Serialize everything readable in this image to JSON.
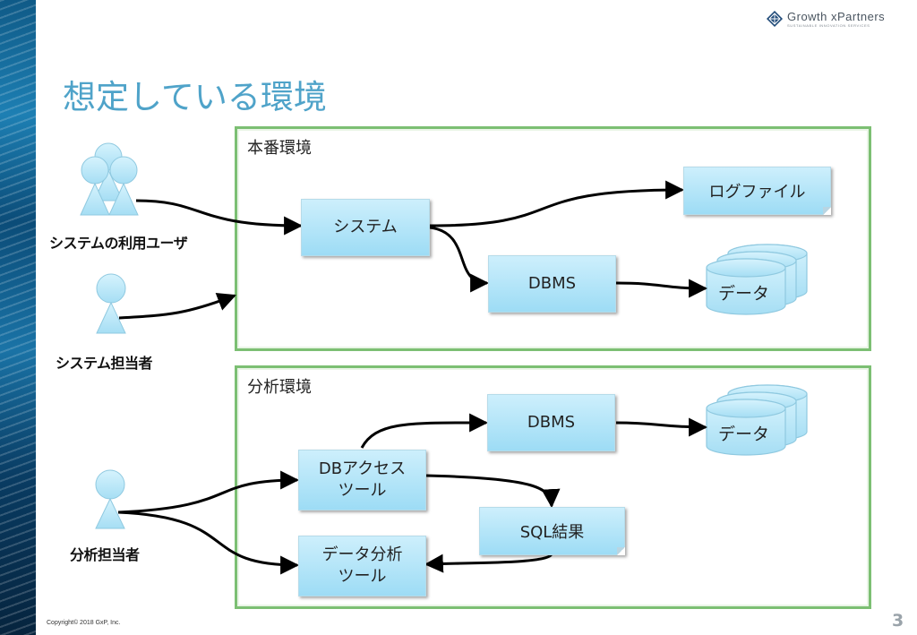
{
  "header": {
    "title": "想定している環境",
    "logo_text": "Growth xPartners",
    "logo_tagline": "SUSTAINABLE INNOVATION SERVICES"
  },
  "environments": {
    "production": {
      "label": "本番環境",
      "system": "システム",
      "logfile": "ログファイル",
      "dbms": "DBMS",
      "data": "データ"
    },
    "analysis": {
      "label": "分析環境",
      "dbms": "DBMS",
      "data": "データ",
      "db_access_tool": "DBアクセス\nツール",
      "sql_result": "SQL結果",
      "data_analysis_tool": "データ分析\nツール"
    }
  },
  "actors": {
    "system_users": "システムの利用ユーザ",
    "system_admin": "システム担当者",
    "analyst": "分析担当者"
  },
  "footer": {
    "copyright": "Copyright© 2018 GxP, Inc.",
    "page_number": "3"
  },
  "colors": {
    "title": "#4fa3c9",
    "env_border": "#7cbf73",
    "box_fill": "#aee2f7",
    "person_fill": "#bfeaf9",
    "connector": "#000000"
  },
  "icons": [
    "person-group-icon",
    "person-icon",
    "document-icon",
    "database-cylinder-icon"
  ]
}
